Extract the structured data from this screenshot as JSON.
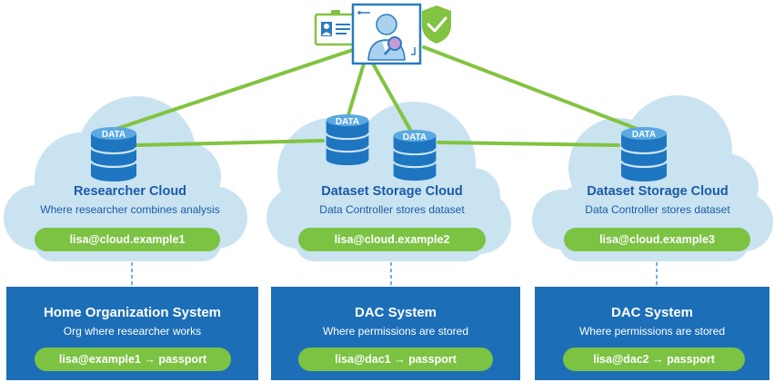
{
  "colors": {
    "cloud": "#c9e3f1",
    "box": "#1c6eb7",
    "pill": "#7cc243",
    "link": "#82c341",
    "title_text": "#1d5aa6"
  },
  "top_icon": {
    "name": "passport-broker",
    "icons": [
      "id-card-icon",
      "researcher-person-icon",
      "magnifier-icon",
      "shield-check-icon"
    ]
  },
  "data_label": "DATA",
  "clouds": [
    {
      "title": "Researcher Cloud",
      "subtitle": "Where researcher combines analysis",
      "account": "lisa@cloud.example1"
    },
    {
      "title": "Dataset Storage Cloud",
      "subtitle": "Data Controller stores dataset",
      "account": "lisa@cloud.example2"
    },
    {
      "title": "Dataset Storage Cloud",
      "subtitle": "Data Controller stores dataset",
      "account": "lisa@cloud.example3"
    }
  ],
  "systems": [
    {
      "title": "Home Organization System",
      "subtitle": "Org where researcher works",
      "passport": "lisa@example1 → passport"
    },
    {
      "title": "DAC System",
      "subtitle": "Where permissions are stored",
      "passport": "lisa@dac1 → passport"
    },
    {
      "title": "DAC System",
      "subtitle": "Where permissions are stored",
      "passport": "lisa@dac2 → passport"
    }
  ]
}
